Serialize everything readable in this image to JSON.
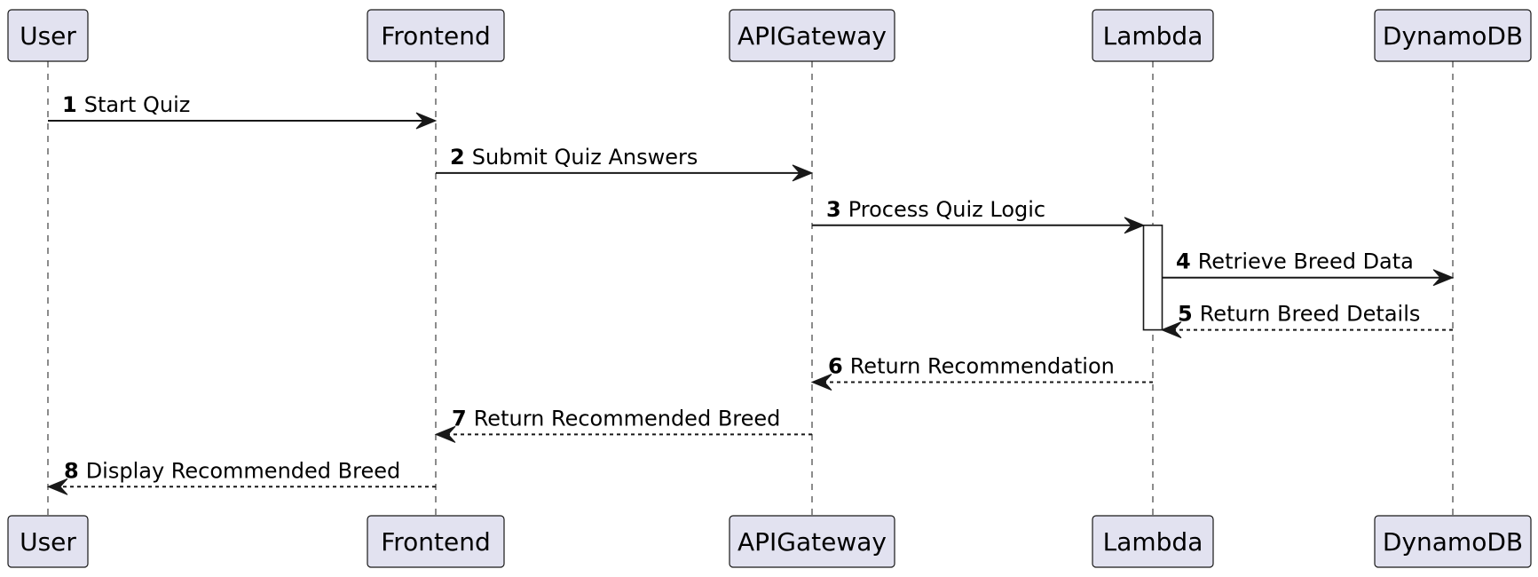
{
  "participants": [
    {
      "id": "user",
      "label": "User"
    },
    {
      "id": "frontend",
      "label": "Frontend"
    },
    {
      "id": "apigateway",
      "label": "APIGateway"
    },
    {
      "id": "lambda",
      "label": "Lambda"
    },
    {
      "id": "dynamodb",
      "label": "DynamoDB"
    }
  ],
  "messages": [
    {
      "number": "1",
      "text": "Start Quiz",
      "from": "user",
      "to": "frontend",
      "style": "solid"
    },
    {
      "number": "2",
      "text": "Submit Quiz Answers",
      "from": "frontend",
      "to": "apigateway",
      "style": "solid"
    },
    {
      "number": "3",
      "text": "Process Quiz Logic",
      "from": "apigateway",
      "to": "lambda",
      "style": "solid"
    },
    {
      "number": "4",
      "text": "Retrieve Breed Data",
      "from": "lambda",
      "to": "dynamodb",
      "style": "solid"
    },
    {
      "number": "5",
      "text": "Return Breed Details",
      "from": "dynamodb",
      "to": "lambda",
      "style": "dashed"
    },
    {
      "number": "6",
      "text": "Return Recommendation",
      "from": "lambda",
      "to": "apigateway",
      "style": "dashed"
    },
    {
      "number": "7",
      "text": "Return Recommended Breed",
      "from": "apigateway",
      "to": "frontend",
      "style": "dashed"
    },
    {
      "number": "8",
      "text": "Display Recommended Breed",
      "from": "frontend",
      "to": "user",
      "style": "dashed"
    }
  ],
  "activations": [
    {
      "participant": "lambda",
      "from_message": "3",
      "to_message": "5"
    }
  ]
}
